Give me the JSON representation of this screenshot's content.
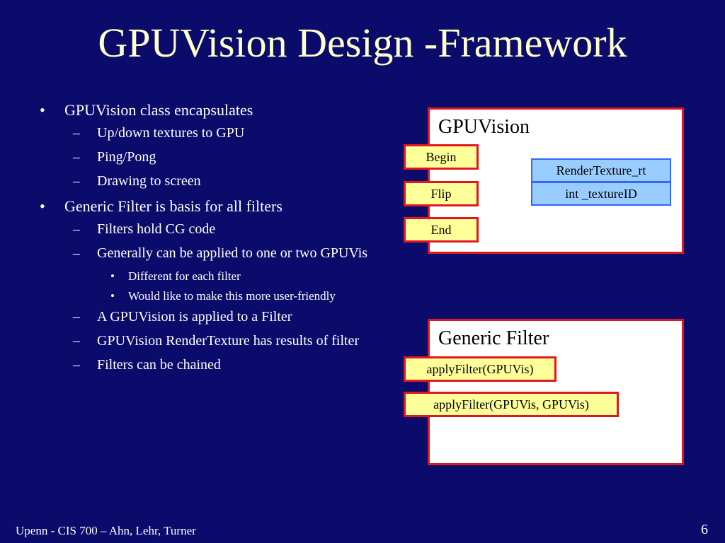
{
  "slide": {
    "title": "GPUVision Design -Framework",
    "footer": "Upenn - CIS 700 – Ahn, Lehr, Turner",
    "page_number": "6"
  },
  "bullets": {
    "l1_marker": "•",
    "l2_marker": "–",
    "l3_marker": "•",
    "gpuvision_class": "GPUVision class encapsulates",
    "updown": "Up/down textures to GPU",
    "pingpong": "Ping/Pong",
    "drawing": "Drawing to screen",
    "generic_filter": "Generic Filter is basis for all filters",
    "filters_hold": "Filters hold CG code",
    "generally": "Generally can be applied to one or two GPUVis",
    "different": "Different for each filter",
    "would_like": "Would like to make this more user-friendly",
    "applied": "A GPUVision is applied to a Filter",
    "rendertexture": "GPUVision RenderTexture has results of filter",
    "chained": "Filters can be chained"
  },
  "diagram": {
    "gpuvision_box": {
      "title": "GPUVision",
      "begin": "Begin",
      "flip": "Flip",
      "end": "End",
      "rendertexture": "RenderTexture_rt",
      "textureid": "int _textureID"
    },
    "filter_box": {
      "title": "Generic Filter",
      "apply_one": "applyFilter(GPUVis)",
      "apply_two": "applyFilter(GPUVis, GPUVis)"
    }
  }
}
